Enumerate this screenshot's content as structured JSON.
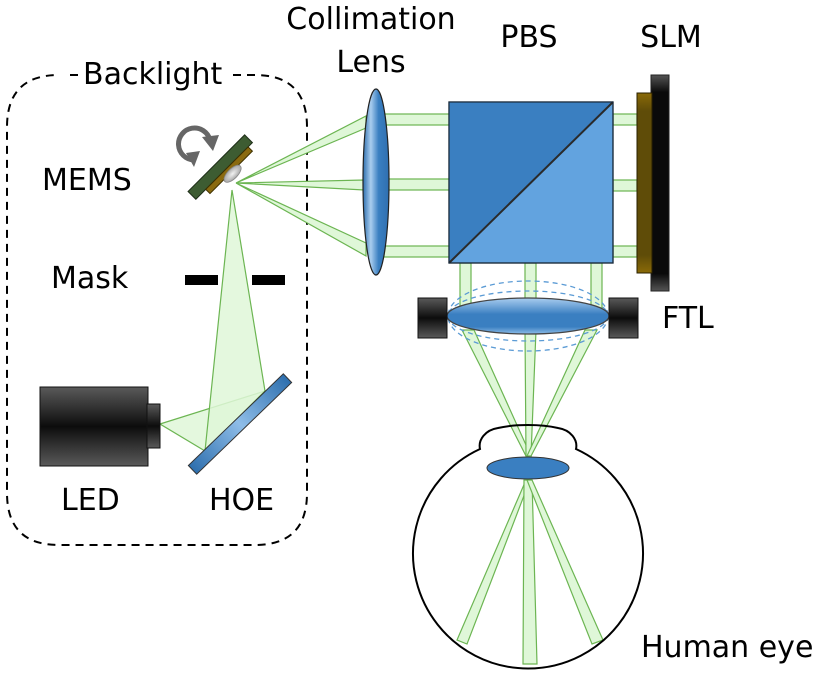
{
  "labels": {
    "backlight": "Backlight",
    "mems": "MEMS",
    "mask": "Mask",
    "led": "LED",
    "hoe": "HOE",
    "collimation_lens_line1": "Collimation",
    "collimation_lens_line2": "Lens",
    "pbs": "PBS",
    "slm": "SLM",
    "ftl": "FTL",
    "human_eye": "Human eye"
  },
  "colors": {
    "beam_fill": "#dff7d8",
    "beam_stroke": "#6cb552",
    "lens_blue": "#3a7fc1",
    "pbs_dark": "#3a7fc1",
    "pbs_light": "#62a3df",
    "slm_brown": "#6a5208",
    "slm_black": "#0c0c0c",
    "mems_green": "#3d5c32",
    "dashed_box": "#000000",
    "ftl_range": "#5b9bd5"
  }
}
